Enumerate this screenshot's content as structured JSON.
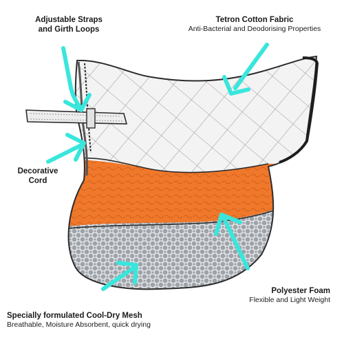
{
  "labels": {
    "straps": {
      "line1": "Adjustable Straps",
      "line2": "and Girth Loops"
    },
    "fabric": {
      "title": "Tetron Cotton Fabric",
      "sub": "Anti-Bacterial and Deodorising Properties"
    },
    "cord": {
      "line1": "Decorative",
      "line2": "Cord"
    },
    "foam": {
      "title": "Polyester Foam",
      "sub": "Flexible and Light Weight"
    },
    "mesh": {
      "title": "Specially formulated Cool-Dry Mesh",
      "sub": "Breathable, Moisture Absorbent, quick drying"
    }
  },
  "colors": {
    "arrow": "#39e6dc",
    "fabric": "#f2f2f2",
    "foam": "#f0782b",
    "mesh": "#9a9fa6",
    "outline": "#2b2b2b",
    "binding": "#1e1e1e"
  }
}
